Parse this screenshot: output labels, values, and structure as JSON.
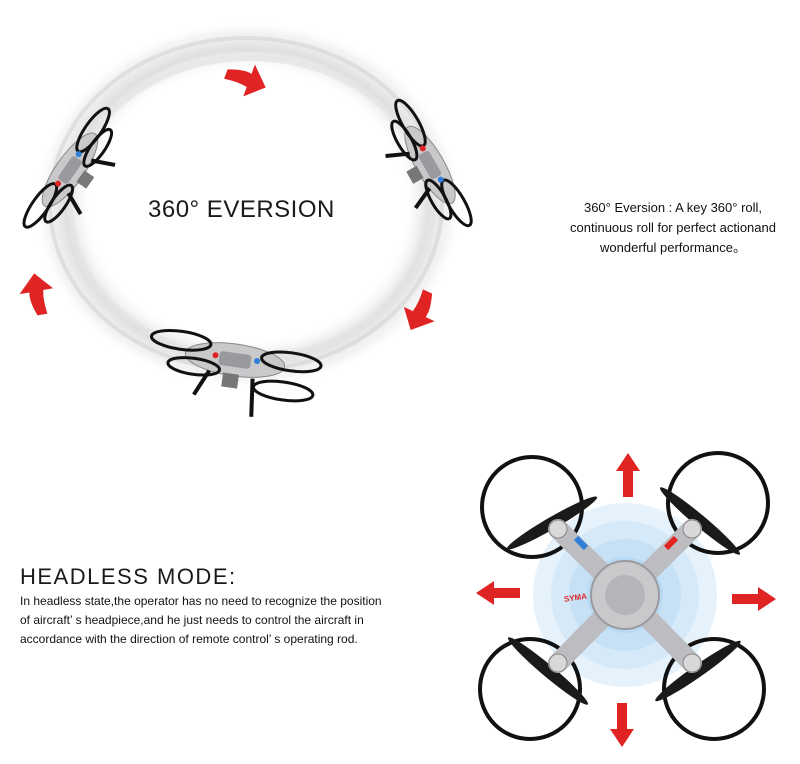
{
  "eversion": {
    "title": "360°  EVERSION",
    "description_lines": [
      "360°  Eversion : A key 360°  roll,",
      "continuous roll for perfect actionand",
      "wonderful performance。"
    ]
  },
  "headless": {
    "title": "HEADLESS MODE:",
    "description_lines": [
      "In headless state,the operator has no need to recognize the position",
      "of aircraft’ s headpiece,and he just needs to control the aircraft in",
      "accordance with the direction of remote control’ s operating rod."
    ]
  },
  "drone": {
    "logo_text": "SYMA"
  },
  "colors": {
    "arrow_red": "#e02424",
    "drone_silver": "#c9c9cc",
    "frame_black": "#111111",
    "signal_blue": "#cfe6f8"
  }
}
